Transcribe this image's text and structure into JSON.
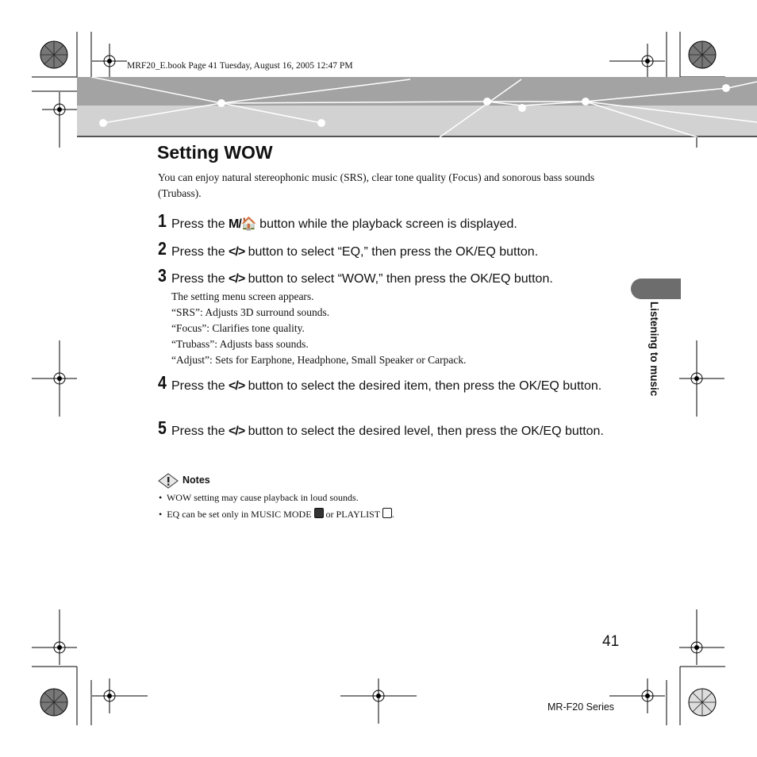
{
  "header_note": "MRF20_E.book  Page 41  Tuesday, August 16, 2005  12:47 PM",
  "title": "Setting WOW",
  "intro": "You can enjoy natural stereophonic music (SRS), clear tone quality (Focus) and sonorous bass sounds (Trubass).",
  "steps": [
    {
      "num": "1",
      "pre": "Press the ",
      "key": "M/🏠",
      "post": " button while the playback screen is displayed."
    },
    {
      "num": "2",
      "pre": "Press the ",
      "key": "</>",
      "post": " button to select “EQ,” then press the OK/EQ button."
    },
    {
      "num": "3",
      "pre": "Press the ",
      "key": "</>",
      "post": " button to select “WOW,” then press the OK/EQ button."
    },
    {
      "num": "4",
      "pre": "Press the ",
      "key": "</>",
      "post": " button to select the desired item, then press the OK/EQ button."
    },
    {
      "num": "5",
      "pre": "Press the ",
      "key": "</>",
      "post": " button to select the desired level, then press the OK/EQ button."
    }
  ],
  "step3_details": [
    "The setting menu screen appears.",
    "“SRS”: Adjusts 3D surround sounds.",
    "“Focus”: Clarifies tone quality.",
    "“Trubass”: Adjusts bass sounds.",
    "“Adjust”: Sets for Earphone, Headphone, Small Speaker or Carpack."
  ],
  "notes": {
    "label": "Notes",
    "items": [
      {
        "text": "WOW setting may cause playback in loud sounds."
      },
      {
        "pre": "EQ can be set only in MUSIC MODE ",
        "mid": " or PLAYLIST ",
        "post": "."
      }
    ]
  },
  "side_tab": "Listening to music",
  "page_number": "41",
  "series": "MR-F20 Series",
  "colors": {
    "band_dark": "#a3a3a3",
    "band_light": "#d2d2d2",
    "tab": "#6d6d6d"
  }
}
